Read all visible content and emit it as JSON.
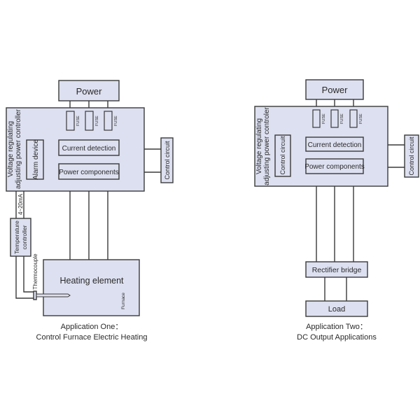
{
  "colors": {
    "box_fill": "#dde0f0",
    "line": "#3a3a3a"
  },
  "app_one": {
    "power": "Power",
    "controller_line1": "Voltage regulating",
    "controller_line2": "adjusting power controller",
    "fuse": "FUSE",
    "current_detection": "Current detection",
    "power_components": "Power components",
    "alarm_device": "Alarm device",
    "control_circuit": "Control circuit",
    "signal": "4~20mA",
    "temperature_controller_line1": "Temperature",
    "temperature_controller_line2": "controller",
    "thermocouple": "Thermocouple",
    "heating_element": "Heating element",
    "furnace": "Furnace",
    "caption_line1": "Application One：",
    "caption_line2": "Control Furnace Electric Heating"
  },
  "app_two": {
    "power": "Power",
    "controller_line1": "Voltage regulating",
    "controller_line2": "adjusting power controler",
    "fuse": "FUSE",
    "current_detection": "Current detection",
    "power_components": "Power components",
    "inner_control_circuit": "Control circuit",
    "control_circuit": "Control circuit",
    "rectifier_bridge": "Rectifier bridge",
    "load": "Load",
    "caption_line1": "Application Two：",
    "caption_line2": "DC Output Applications"
  }
}
